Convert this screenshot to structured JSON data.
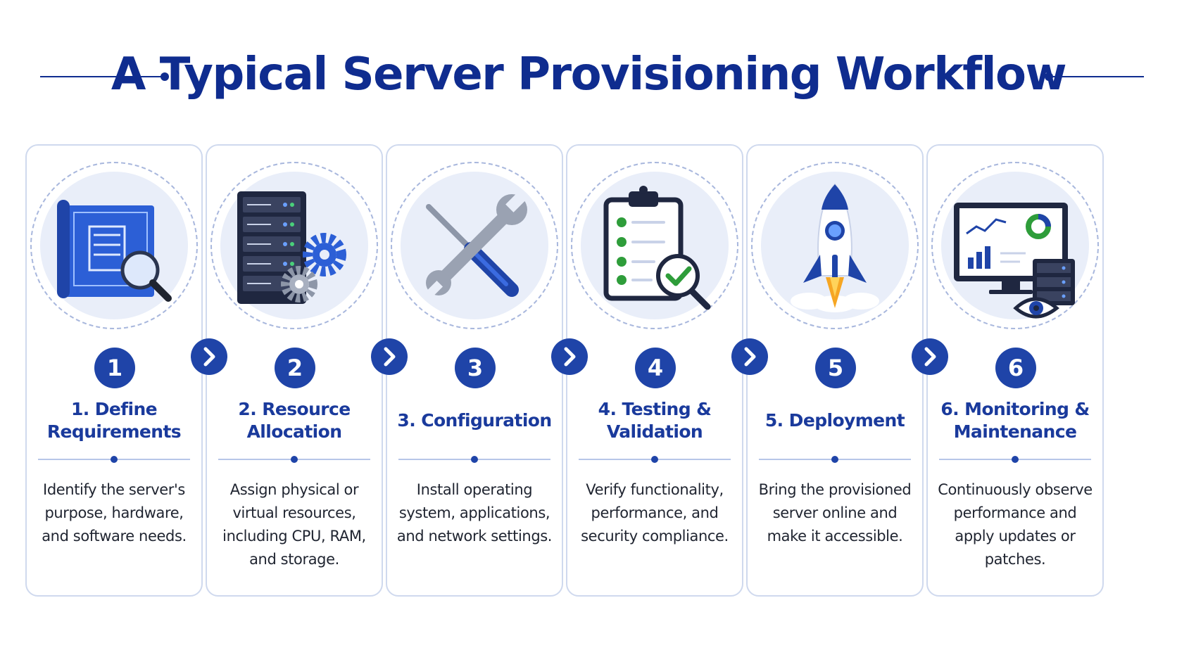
{
  "title": "A Typical Server Provisioning Workflow",
  "steps": [
    {
      "number": "1",
      "title": "1. Define Requirements",
      "description": "Identify the server's purpose, hardware, and software needs.",
      "icon": "blueprint-magnifier-icon"
    },
    {
      "number": "2",
      "title": "2. Resource Allocation",
      "description": "Assign physical or virtual resources, including CPU, RAM, and storage.",
      "icon": "server-rack-gears-icon"
    },
    {
      "number": "3",
      "title": "3. Configuration",
      "description": "Install operating system, applications, and network settings.",
      "icon": "wrench-screwdriver-icon"
    },
    {
      "number": "4",
      "title": "4. Testing & Validation",
      "description": "Verify functionality, performance, and security compliance.",
      "icon": "clipboard-checklist-icon"
    },
    {
      "number": "5",
      "title": "5. Deployment",
      "description": "Bring the provisioned server online and make it accessible.",
      "icon": "rocket-icon"
    },
    {
      "number": "6",
      "title": "6. Monitoring & Maintenance",
      "description": "Continuously observe performance and apply updates or patches.",
      "icon": "monitor-eye-icon"
    }
  ],
  "colors": {
    "primary": "#1f44a8",
    "title": "#0f2c8f",
    "accent_green": "#2e9d3a",
    "card_border": "#cfd9ee",
    "icon_background": "#e9eef9"
  }
}
